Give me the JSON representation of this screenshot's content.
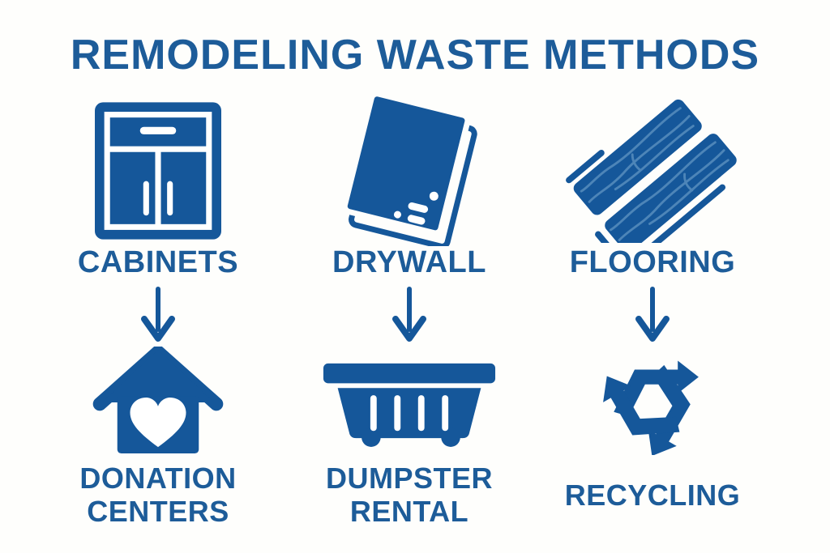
{
  "title": "REMODELING WASTE METHODS",
  "colors": {
    "title_blue": "#1d5c99",
    "icon_blue": "#15579a",
    "grain_blue": "#4d85b8",
    "background": "#fefefc"
  },
  "arrow": {
    "icon": "down-arrow-icon"
  },
  "columns": [
    {
      "source_label": "CABINETS",
      "source_icon": "cabinet-icon",
      "method_icon": "donation-house-heart-icon",
      "method_label_lines": [
        "DONATION",
        "CENTERS"
      ]
    },
    {
      "source_label": "DRYWALL",
      "source_icon": "drywall-sheet-icon",
      "method_icon": "dumpster-icon",
      "method_label_lines": [
        "DUMPSTER",
        "RENTAL"
      ]
    },
    {
      "source_label": "FLOORING",
      "source_icon": "flooring-planks-icon",
      "method_icon": "recycling-arrows-icon",
      "method_label_lines": [
        "RECYCLING",
        ""
      ]
    }
  ]
}
